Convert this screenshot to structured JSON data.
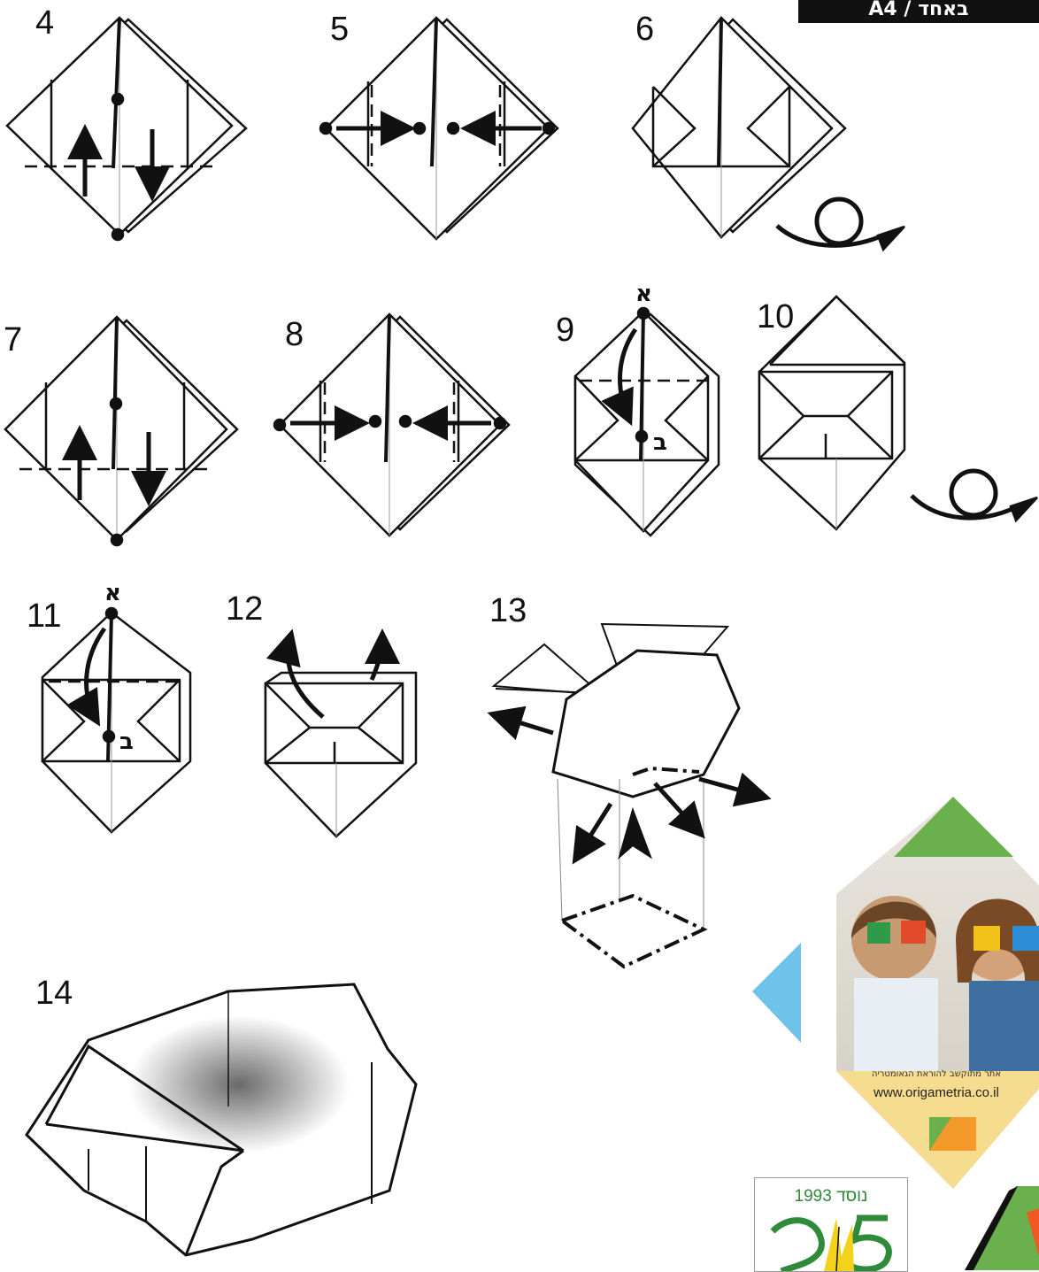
{
  "header": {
    "corner_tab_text": "A4 / באחד"
  },
  "steps": [
    {
      "label": "4"
    },
    {
      "label": "5"
    },
    {
      "label": "6"
    },
    {
      "label": "7"
    },
    {
      "label": "8"
    },
    {
      "label": "9"
    },
    {
      "label": "10"
    },
    {
      "label": "11"
    },
    {
      "label": "12"
    },
    {
      "label": "13"
    },
    {
      "label": "14"
    }
  ],
  "point_labels": {
    "top": "א",
    "center": "ב"
  },
  "promo": {
    "hebrew_tagline": "אתר מתוקשב להוראת הגאומטריה",
    "url": "www.origametria.co.il"
  },
  "anniversary_badge": {
    "year_text": "נוסד 1993"
  },
  "colors": {
    "ink": "#111111",
    "promo_green": "#6ab04c",
    "promo_blue": "#6fc3ea",
    "promo_yellow": "#f6dc8e",
    "promo_orange": "#f39a2b",
    "badge_green": "#2f8a3a"
  }
}
